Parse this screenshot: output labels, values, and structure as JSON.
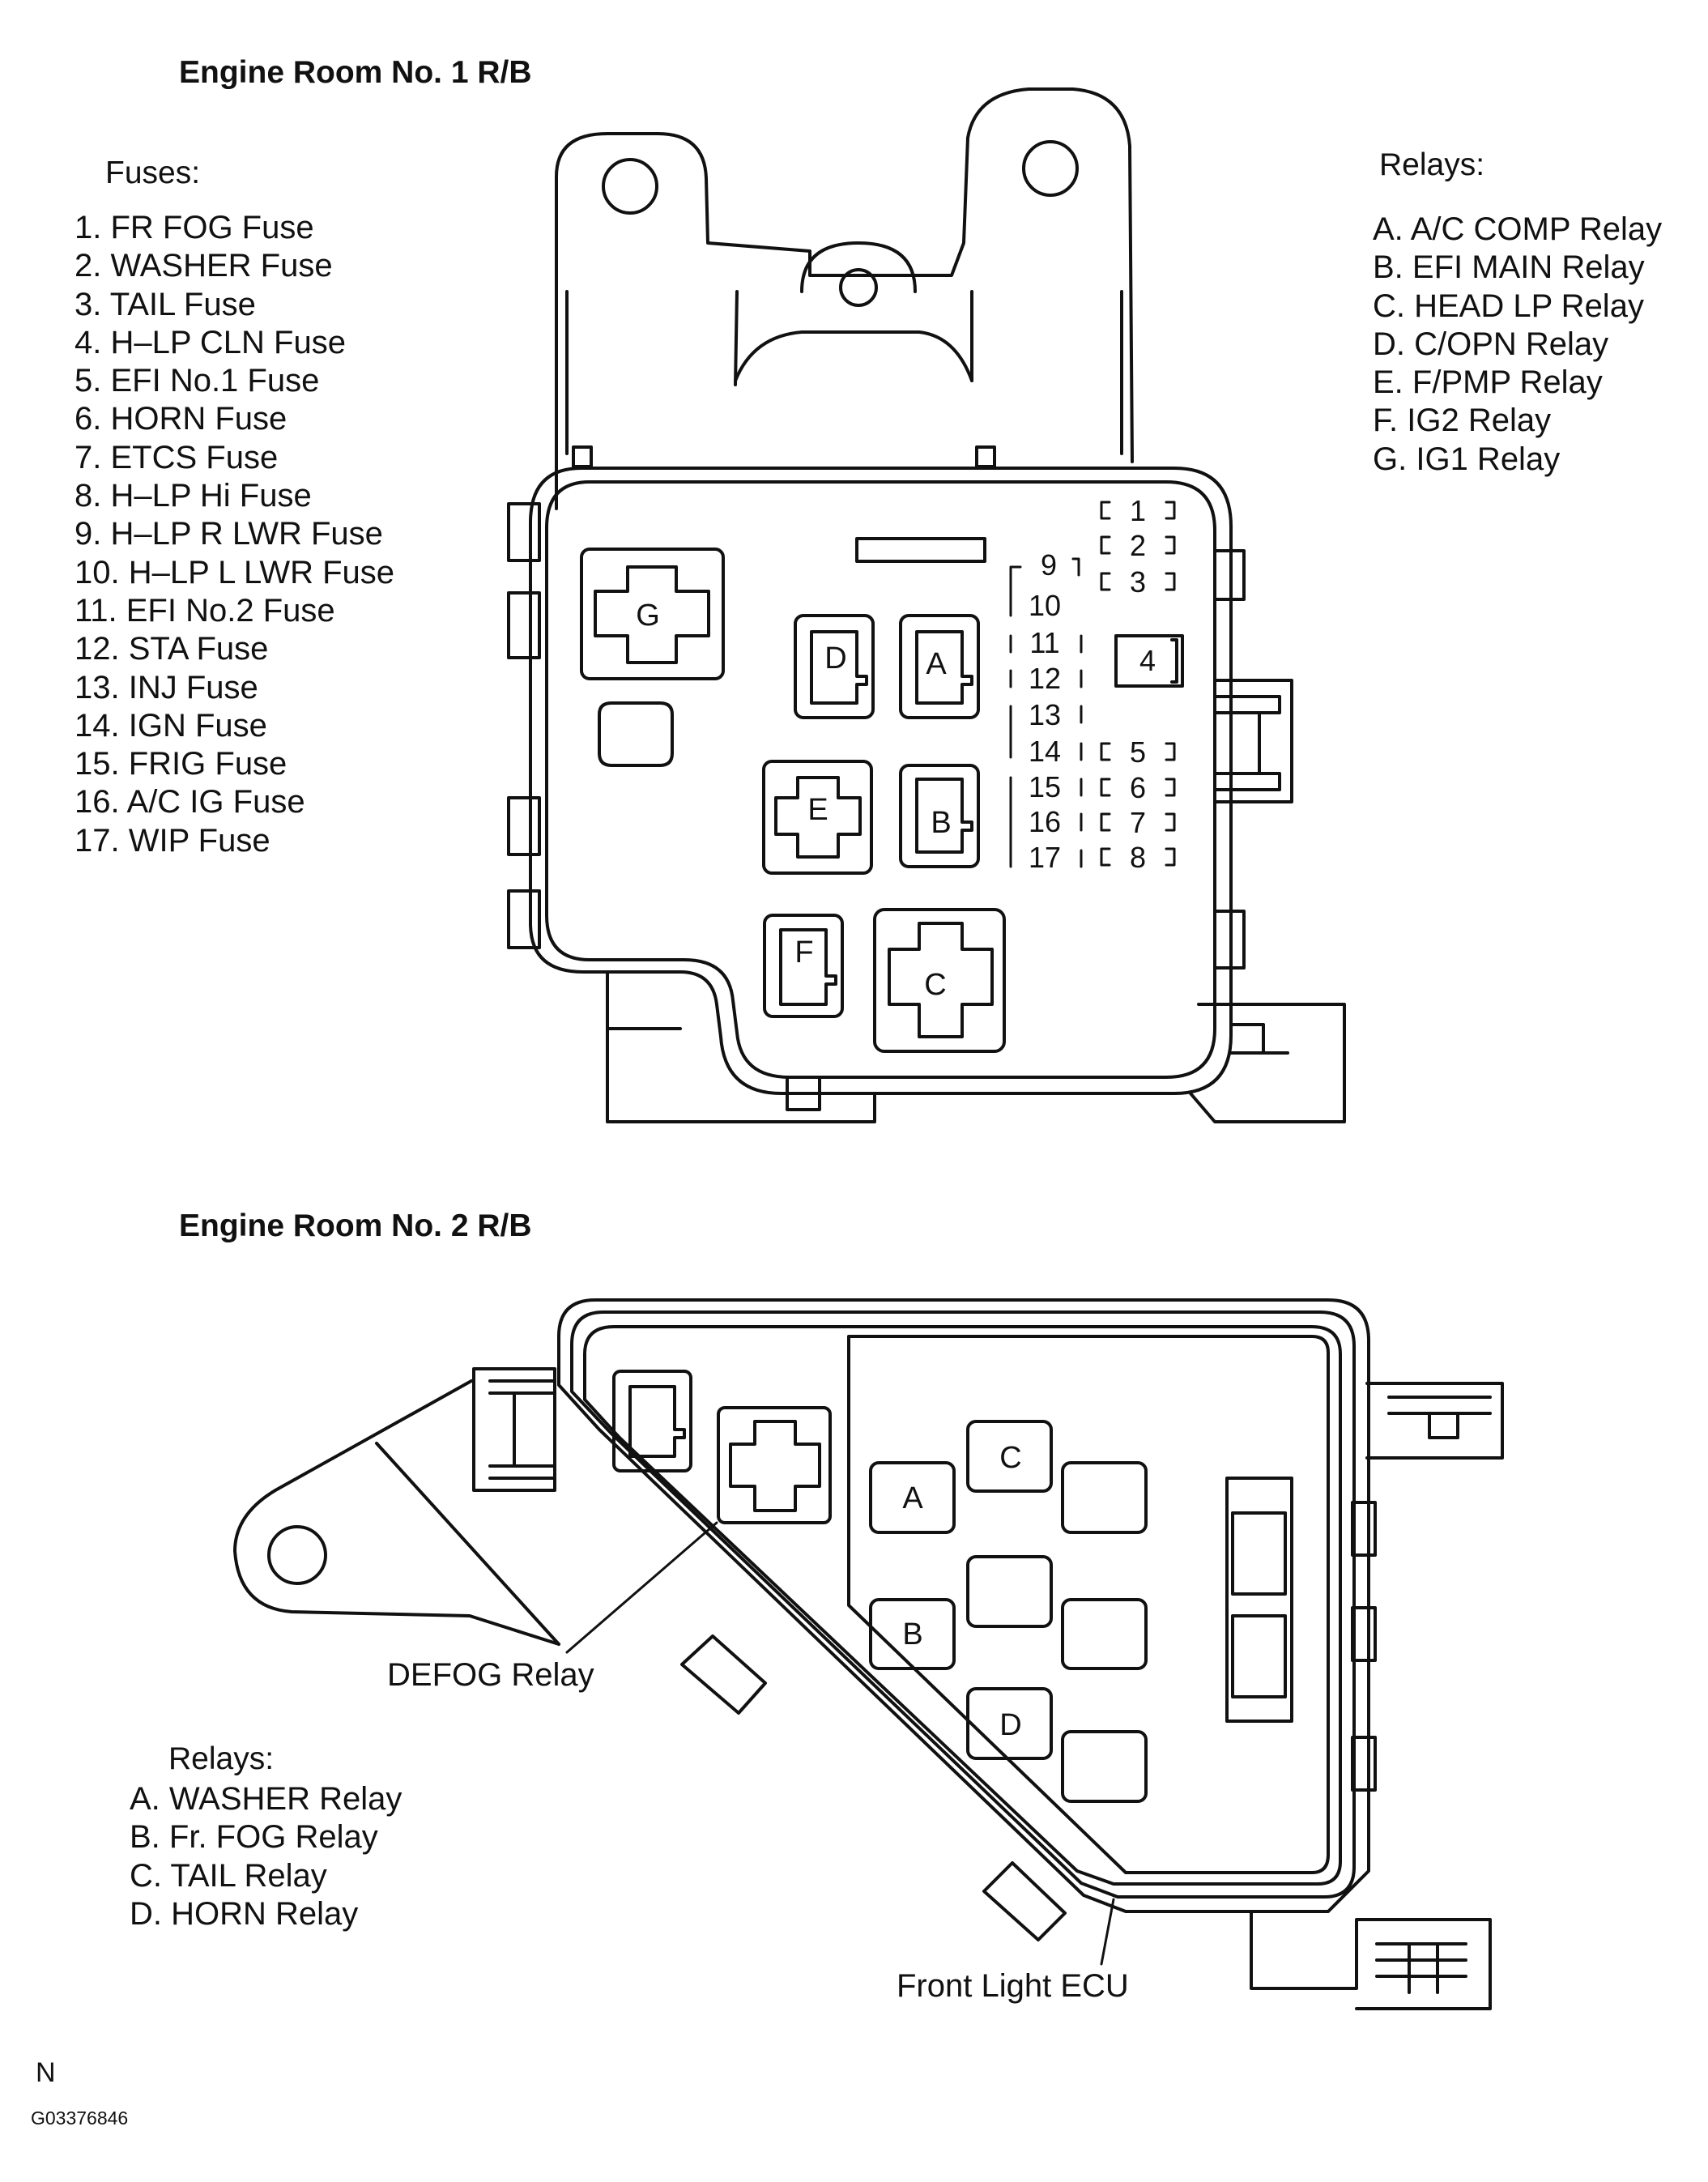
{
  "box1": {
    "title": "Engine Room No. 1 R/B",
    "fuses_heading": "Fuses:",
    "fuses": [
      "1. FR FOG Fuse",
      "2. WASHER Fuse",
      "3. TAIL Fuse",
      "4. H–LP CLN Fuse",
      "5. EFI No.1 Fuse",
      "6. HORN Fuse",
      "7. ETCS Fuse",
      "8. H–LP Hi Fuse",
      "9. H–LP R LWR Fuse",
      "10. H–LP L LWR Fuse",
      "11. EFI No.2 Fuse",
      "12. STA Fuse",
      "13. INJ Fuse",
      "14. IGN Fuse",
      "15. FRIG Fuse",
      "16. A/C IG Fuse",
      "17. WIP Fuse"
    ],
    "relays_heading": "Relays:",
    "relays": [
      "A. A/C COMP Relay",
      "B. EFI MAIN Relay",
      "C. HEAD LP Relay",
      "D. C/OPN Relay",
      "E. F/PMP Relay",
      "F. IG2 Relay",
      "G. IG1 Relay"
    ],
    "relay_labels": [
      "A",
      "B",
      "C",
      "D",
      "E",
      "F",
      "G"
    ],
    "fuse_numbers": [
      "1",
      "2",
      "3",
      "4",
      "5",
      "6",
      "7",
      "8",
      "9",
      "10",
      "11",
      "12",
      "13",
      "14",
      "15",
      "16",
      "17"
    ]
  },
  "box2": {
    "title": "Engine Room No. 2 R/B",
    "relays_heading": "Relays:",
    "relays": [
      "A. WASHER Relay",
      "B. Fr. FOG Relay",
      "C. TAIL Relay",
      "D. HORN Relay"
    ],
    "relay_labels": [
      "A",
      "B",
      "C",
      "D"
    ],
    "callout_defog": "DEFOG Relay",
    "callout_ecu": "Front Light ECU"
  },
  "footer": {
    "orientation": "N",
    "figure_code": "G03376846"
  }
}
